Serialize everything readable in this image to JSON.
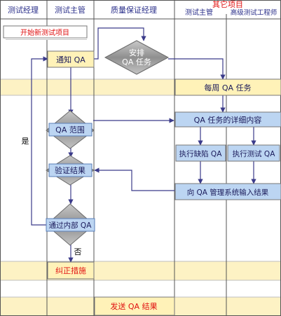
{
  "lanes": [
    {
      "header": "测试经理"
    },
    {
      "header": "测试主管"
    },
    {
      "header": "质量保证经理"
    },
    {
      "header": "测试主管",
      "group": "其它项目"
    },
    {
      "header": "高级测试工程师"
    }
  ],
  "nodes": {
    "start": "开始新测试项目",
    "notify": "通知 QA",
    "arrange": [
      "安排",
      "QA 任务"
    ],
    "weekly": "每周 QA 任务",
    "scope": "QA 范围",
    "detail": "QA 任务的详细内容",
    "defect": "执行缺陷 QA",
    "exec": "执行测试 QA",
    "verify": "验证结果",
    "input": "向 QA 管理系统输入结果",
    "pass": "通过内部 QA",
    "fix": "纠正措施",
    "send": "发送 QA 结果"
  },
  "edge_labels": {
    "yes": "是",
    "no": "否"
  },
  "colors": {
    "header_text": "#2a2f8a",
    "group_text": "#e01010",
    "start_text": "#e01010",
    "fix_text": "#e01010",
    "box_blue": "#bcd5f2",
    "box_yellow": "#fff2b8",
    "band_yellow": "#fdf2c4",
    "diamond_gray": "#9a9a9a",
    "line": "#3b3b8a"
  }
}
